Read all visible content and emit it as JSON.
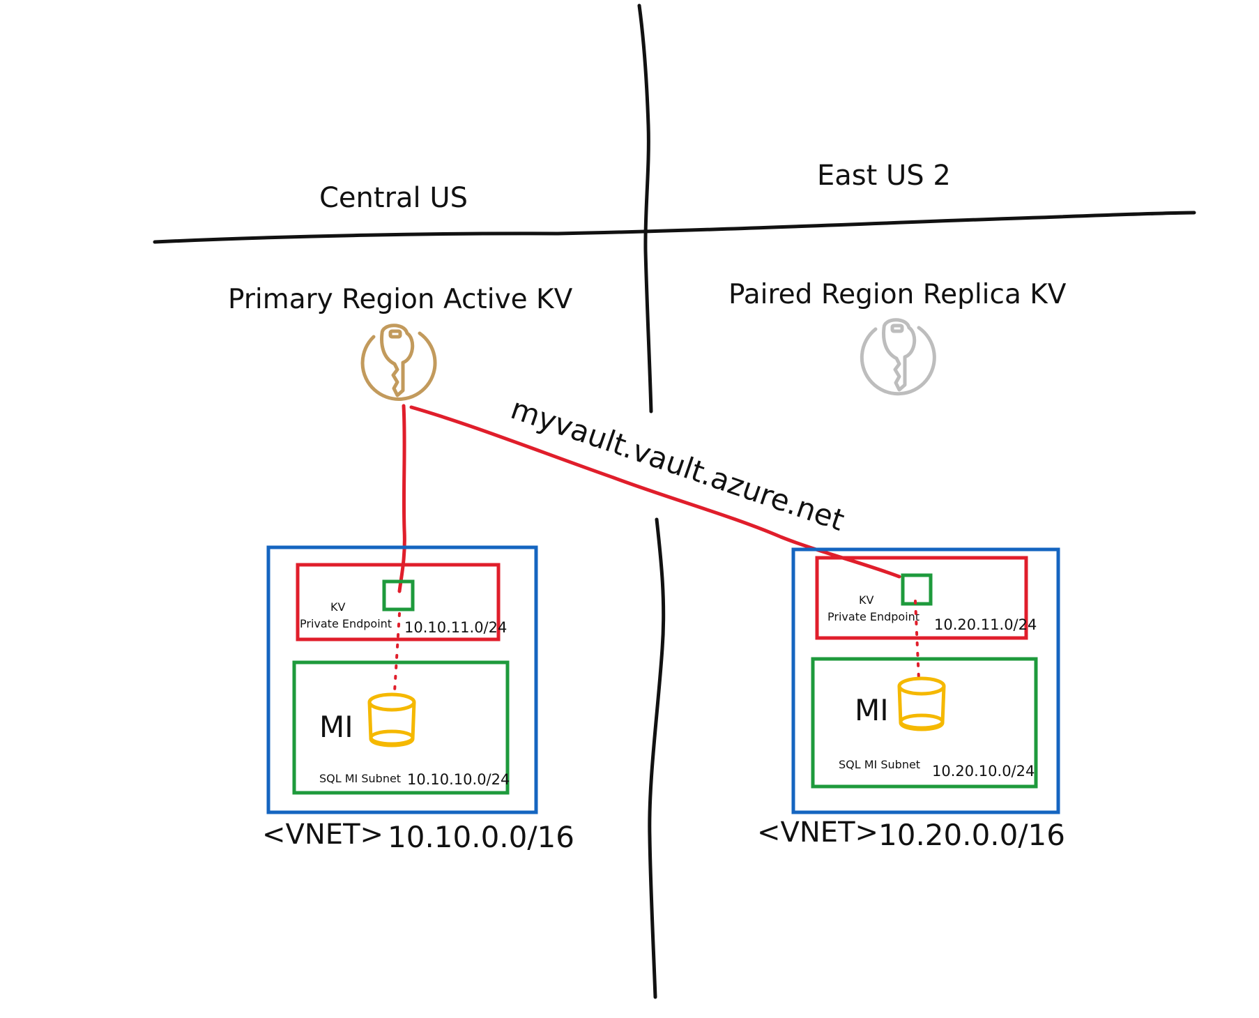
{
  "regions": {
    "left": "Central US",
    "right": "East US 2"
  },
  "key_vaults": {
    "primary": "Primary Region Active KV",
    "replica": "Paired Region Replica KV",
    "dns_name": "myvault.vault.azure.net"
  },
  "left_vnet": {
    "pe_line1": "KV",
    "pe_line2": "Private Endpoint",
    "pe_subnet": "10.10.11.0/24",
    "mi_label": "MI",
    "mi_subnet_label": "SQL MI Subnet",
    "mi_subnet": "10.10.10.0/24",
    "vnet_label": "<VNET>",
    "vnet_cidr": "10.10.0.0/16"
  },
  "right_vnet": {
    "pe_line1": "KV",
    "pe_line2": "Private Endpoint",
    "pe_subnet": "10.20.11.0/24",
    "mi_label": "MI",
    "mi_subnet_label": "SQL MI Subnet",
    "mi_subnet": "10.20.10.0/24",
    "vnet_label": "<VNET>",
    "vnet_cidr": "10.20.0.0/16"
  },
  "icons": {
    "primary_key_vault": "key-vault-icon",
    "replica_key_vault": "key-vault-icon",
    "left_mi": "database-cylinder-icon",
    "right_mi": "database-cylinder-icon"
  },
  "colors": {
    "vnet": "#1565c0",
    "pe_subnet": "#e01e2b",
    "mi_subnet": "#1e9a3c",
    "endpoint": "#1e9a3c",
    "connection": "#e01e2b",
    "database": "#f5b800",
    "active_kv": "#c29a5c",
    "replica_kv": "#bdbdbd",
    "divider": "#111111"
  }
}
